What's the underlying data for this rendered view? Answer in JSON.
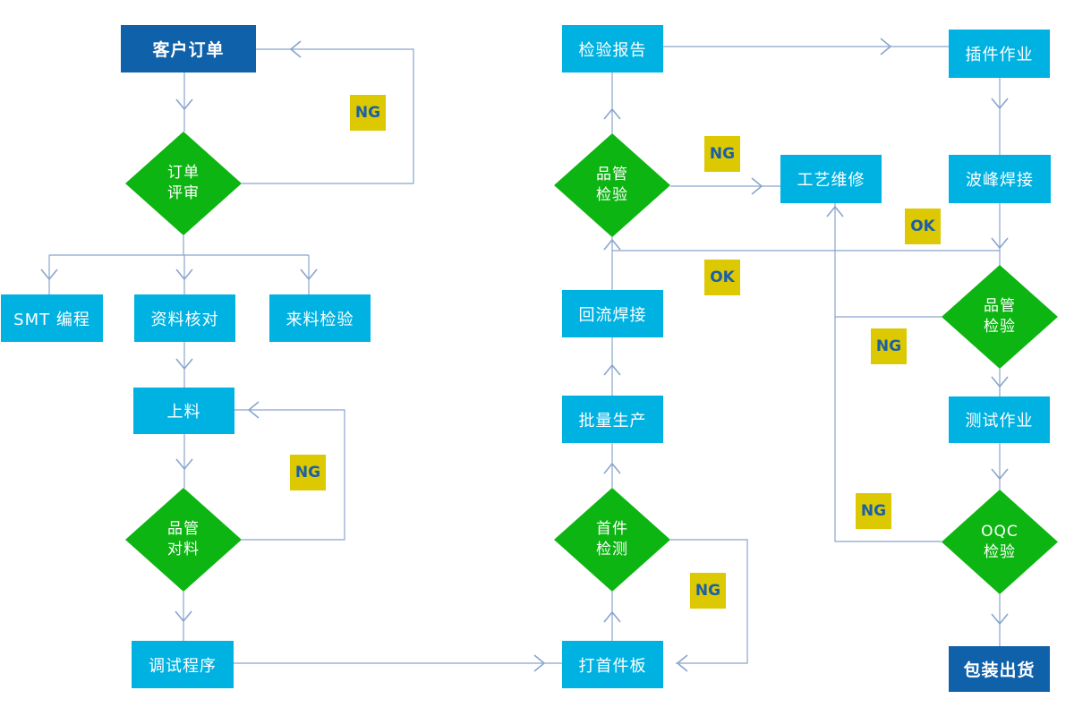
{
  "colors": {
    "process": "#00b2e2",
    "terminal": "#0f61a9",
    "decision": "#0db512",
    "badge": "#ddc902",
    "badge_text": "#1a5fa9",
    "line": "#8aa5ce"
  },
  "nodes": {
    "customer_order": "客户订单",
    "inspection_report": "检验报告",
    "plugin_operation": "插件作业",
    "smt_programming": "SMT 编程",
    "data_check": "资料核对",
    "incoming_inspection": "来料检验",
    "process_repair": "工艺维修",
    "wave_soldering": "波峰焊接",
    "reflow_soldering": "回流焊接",
    "loading": "上料",
    "mass_production": "批量生产",
    "test_operation": "测试作业",
    "debug_program": "调试程序",
    "first_board": "打首件板",
    "packing_shipping": "包装出货",
    "order_review": {
      "line1": "订单",
      "line2": "评审"
    },
    "qc_material": {
      "line1": "品管",
      "line2": "对料"
    },
    "first_inspection": {
      "line1": "首件",
      "line2": "检测"
    },
    "qc_inspection_mid": {
      "line1": "品管",
      "line2": "检验"
    },
    "qc_inspection_right": {
      "line1": "品管",
      "line2": "检验"
    },
    "oqc_inspection": {
      "line1": "OQC",
      "line2": "检验"
    }
  },
  "badges": {
    "ng_order_review": "NG",
    "ng_material": "NG",
    "ng_qc_mid": "NG",
    "ok_wave": "OK",
    "ok_reflow": "OK",
    "ng_qc_right": "NG",
    "ng_oqc": "NG",
    "ng_first_inspection": "NG"
  }
}
